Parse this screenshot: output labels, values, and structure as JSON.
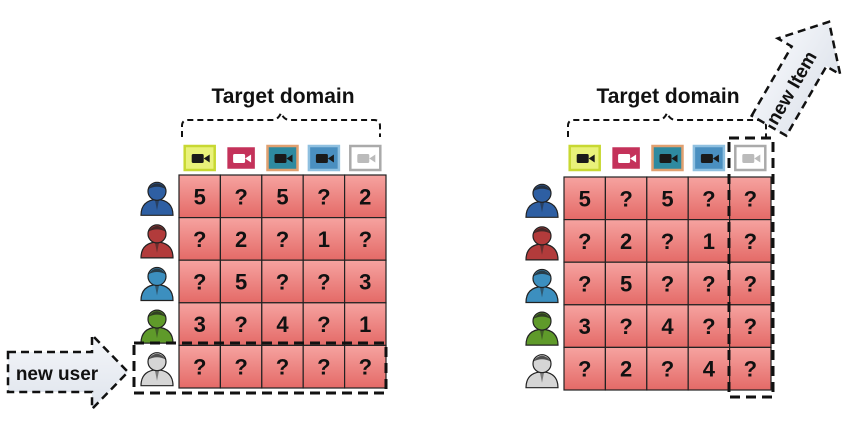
{
  "left_panel": {
    "title": "Target domain",
    "callout": "new user",
    "rows": [
      {
        "color": "#2e5fa3",
        "cells": [
          "5",
          "?",
          "5",
          "?",
          "2"
        ]
      },
      {
        "color": "#b23b3b",
        "cells": [
          "?",
          "2",
          "?",
          "1",
          "?"
        ]
      },
      {
        "color": "#3c8fbf",
        "cells": [
          "?",
          "5",
          "?",
          "?",
          "3"
        ]
      },
      {
        "color": "#5f9a2a",
        "cells": [
          "3",
          "?",
          "4",
          "?",
          "1"
        ]
      },
      {
        "color": "#d5d5d5",
        "cells": [
          "?",
          "?",
          "?",
          "?",
          "?"
        ]
      }
    ]
  },
  "right_panel": {
    "title": "Target domain",
    "callout": "new Item",
    "rows": [
      {
        "color": "#2e5fa3",
        "cells": [
          "5",
          "?",
          "5",
          "?",
          "?"
        ]
      },
      {
        "color": "#b23b3b",
        "cells": [
          "?",
          "2",
          "?",
          "1",
          "?"
        ]
      },
      {
        "color": "#3c8fbf",
        "cells": [
          "?",
          "5",
          "?",
          "?",
          "?"
        ]
      },
      {
        "color": "#5f9a2a",
        "cells": [
          "3",
          "?",
          "4",
          "?",
          "?"
        ]
      },
      {
        "color": "#d5d5d5",
        "cells": [
          "?",
          "2",
          "?",
          "4",
          "?"
        ]
      }
    ]
  },
  "item_icons": [
    {
      "name": "item-1",
      "border": "#c8d832",
      "fill": "#1a1a1a",
      "bg": "#e9f27a"
    },
    {
      "name": "item-2",
      "border": "#ffffff",
      "fill": "#ffffff",
      "bg": "#c4325a"
    },
    {
      "name": "item-3",
      "border": "#e0a070",
      "fill": "#1a1a1a",
      "bg": "#2e8aa0"
    },
    {
      "name": "item-4",
      "border": "#8fc0e0",
      "fill": "#1a1a1a",
      "bg": "#4a8fc0"
    },
    {
      "name": "item-5",
      "border": "#aaaaaa",
      "fill": "#bbbbbb",
      "bg": "#ffffff"
    }
  ]
}
